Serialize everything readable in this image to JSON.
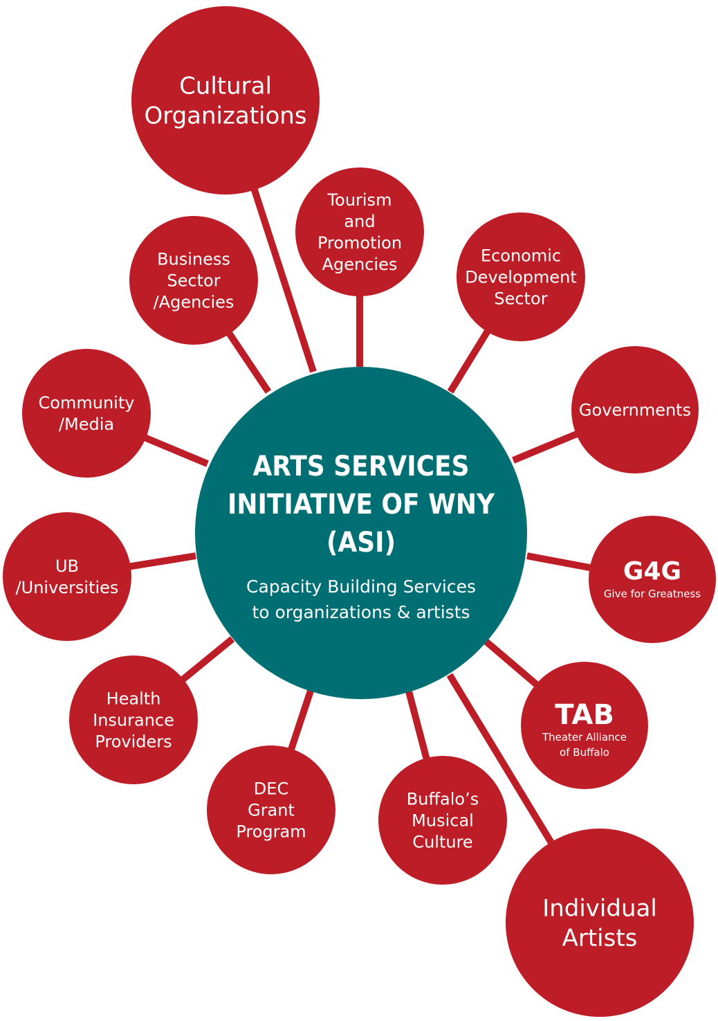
{
  "colors": {
    "node": "#BC1D26",
    "hub": "#006F74",
    "connector": "#BC1D26",
    "text": "#FFFFFF",
    "background": "#FFFFFF"
  },
  "hub": {
    "title_lines": [
      "ARTS SERVICES",
      "INITIATIVE OF WNY",
      "(ASI)"
    ],
    "subtitle_lines": [
      "Capacity Building Services",
      "to organizations & artists"
    ]
  },
  "nodes": [
    {
      "id": "cultural-organizations",
      "lines": [
        "Cultural",
        "Organizations"
      ]
    },
    {
      "id": "tourism-promotion",
      "lines": [
        "Tourism",
        "and",
        "Promotion",
        "Agencies"
      ]
    },
    {
      "id": "business-sector",
      "lines": [
        "Business",
        "Sector",
        "/Agencies"
      ]
    },
    {
      "id": "economic-development",
      "lines": [
        "Economic",
        "Development",
        "Sector"
      ]
    },
    {
      "id": "community-media",
      "lines": [
        "Community",
        "/Media"
      ]
    },
    {
      "id": "governments",
      "lines": [
        "Governments"
      ]
    },
    {
      "id": "universities",
      "lines": [
        "UB",
        "/Universities"
      ]
    },
    {
      "id": "g4g",
      "title": "G4G",
      "sub_lines": [
        "Give for Greatness"
      ]
    },
    {
      "id": "health-insurance",
      "lines": [
        "Health",
        "Insurance",
        "Providers"
      ]
    },
    {
      "id": "tab",
      "title": "TAB",
      "sub_lines": [
        "Theater Alliance",
        "of Buffalo"
      ]
    },
    {
      "id": "dec-grant",
      "lines": [
        "DEC",
        "Grant",
        "Program"
      ]
    },
    {
      "id": "musical-culture",
      "lines": [
        "Buffalo’s",
        "Musical",
        "Culture"
      ]
    },
    {
      "id": "individual-artists",
      "lines": [
        "Individual",
        "Artists"
      ]
    }
  ]
}
